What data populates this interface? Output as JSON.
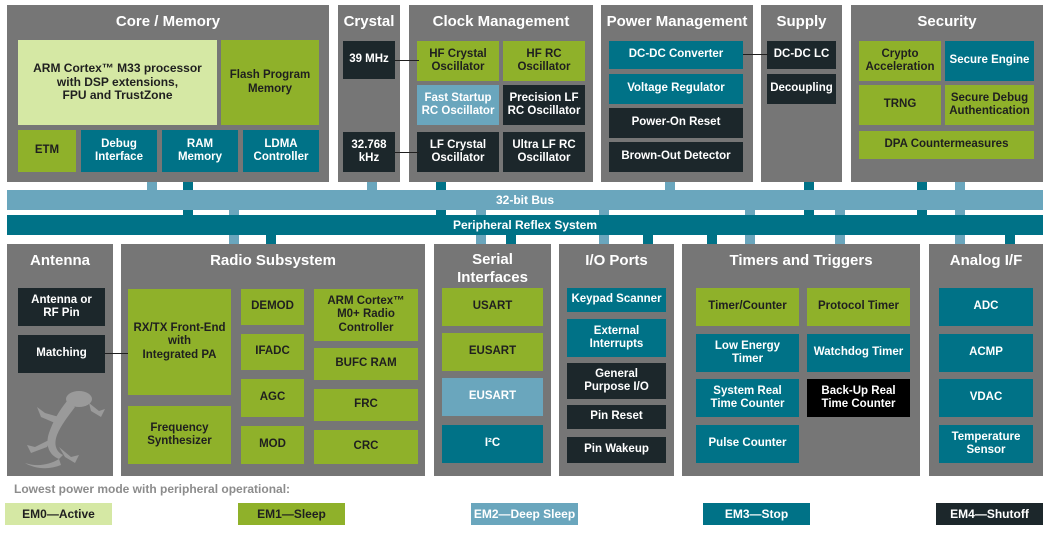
{
  "titles": {
    "core": "Core / Memory",
    "crystal": "Crystal",
    "clock": "Clock Management",
    "power": "Power Management",
    "supply": "Supply",
    "security": "Security",
    "antenna": "Antenna",
    "radio": "Radio Subsystem",
    "serial": "Serial\nInterfaces",
    "io": "I/O Ports",
    "timers": "Timers and Triggers",
    "analog": "Analog I/F"
  },
  "core": {
    "processor": "ARM Cortex™ M33 processor\nwith DSP extensions,\nFPU and TrustZone",
    "flash": "Flash Program\nMemory",
    "etm": "ETM",
    "debug": "Debug\nInterface",
    "ram": "RAM\nMemory",
    "ldma": "LDMA\nController"
  },
  "crystal": {
    "hz39": "39 MHz",
    "khz32": "32.768\nkHz"
  },
  "clock": {
    "hf_crystal": "HF Crystal\nOscillator",
    "hf_rc": "HF RC\nOscillator",
    "fast_startup": "Fast Startup\nRC Oscillator",
    "precision_lf": "Precision LF\nRC Oscillator",
    "lf_crystal": "LF Crystal\nOscillator",
    "ultra_lf": "Ultra LF RC\nOscillator"
  },
  "power": {
    "dcdc": "DC-DC Converter",
    "vreg": "Voltage Regulator",
    "por": "Power-On Reset",
    "bod": "Brown-Out Detector"
  },
  "supply": {
    "dcdc_lc": "DC-DC LC",
    "decoupling": "Decoupling"
  },
  "security": {
    "crypto": "Crypto\nAcceleration",
    "secure_engine": "Secure Engine",
    "trng": "TRNG",
    "secure_debug": "Secure Debug\nAuthentication",
    "dpa": "DPA Countermeasures"
  },
  "buses": {
    "bus32": "32-bit Bus",
    "prs": "Peripheral Reflex System"
  },
  "antenna": {
    "pin": "Antenna or\nRF Pin",
    "matching": "Matching"
  },
  "radio": {
    "frontend": "RX/TX Front-End\nwith\nIntegrated PA",
    "synth": "Frequency\nSynthesizer",
    "demod": "DEMOD",
    "ifadc": "IFADC",
    "agc": "AGC",
    "mod": "MOD",
    "m0": "ARM Cortex™\nM0+ Radio\nController",
    "bufc": "BUFC RAM",
    "frc": "FRC",
    "crc": "CRC"
  },
  "serial": {
    "usart": "USART",
    "eusart1": "EUSART",
    "eusart2": "EUSART",
    "i2c": "I²C"
  },
  "io": {
    "keypad": "Keypad Scanner",
    "extint": "External\nInterrupts",
    "gpio": "General\nPurpose I/O",
    "pinreset": "Pin Reset",
    "pinwakeup": "Pin Wakeup"
  },
  "timers": {
    "timer_counter": "Timer/Counter",
    "protocol": "Protocol Timer",
    "letimer": "Low Energy\nTimer",
    "watchdog": "Watchdog Timer",
    "rtc": "System Real\nTime Counter",
    "backup_rtc": "Back-Up Real\nTime Counter",
    "pulse": "Pulse Counter"
  },
  "analog": {
    "adc": "ADC",
    "acmp": "ACMP",
    "vdac": "VDAC",
    "temp": "Temperature\nSensor"
  },
  "legend": {
    "title": "Lowest power mode with peripheral operational:",
    "em0": "EM0—Active",
    "em1": "EM1—Sleep",
    "em2": "EM2—Deep Sleep",
    "em3": "EM3—Stop",
    "em4": "EM4—Shutoff"
  },
  "colors": {
    "em0": "#d5e8a4",
    "em1": "#8fb12a",
    "em2": "#6aa6bd",
    "em3": "#007287",
    "em4": "#1c272b",
    "panel": "#767676",
    "bus": "#6aa6bd",
    "prs": "#007287"
  },
  "icons": {
    "mascot": "gecko-icon"
  }
}
